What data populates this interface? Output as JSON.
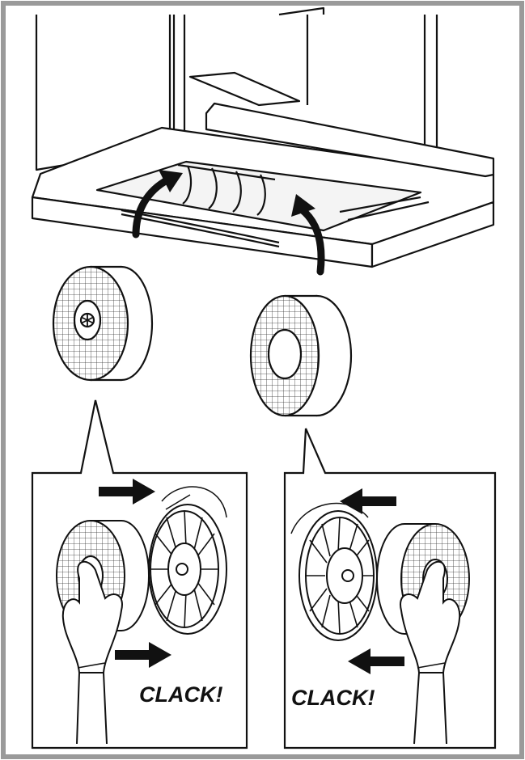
{
  "labels": {
    "left_panel_sound": "CLACK!",
    "right_panel_sound": "CLACK!"
  },
  "colors": {
    "frame": "#9a9a9a",
    "ink": "#111111",
    "paper": "#ffffff"
  },
  "icons": {
    "arrow_up_curved": "curved-up-arrow",
    "arrow_right": "right-arrow",
    "arrow_left": "left-arrow"
  }
}
